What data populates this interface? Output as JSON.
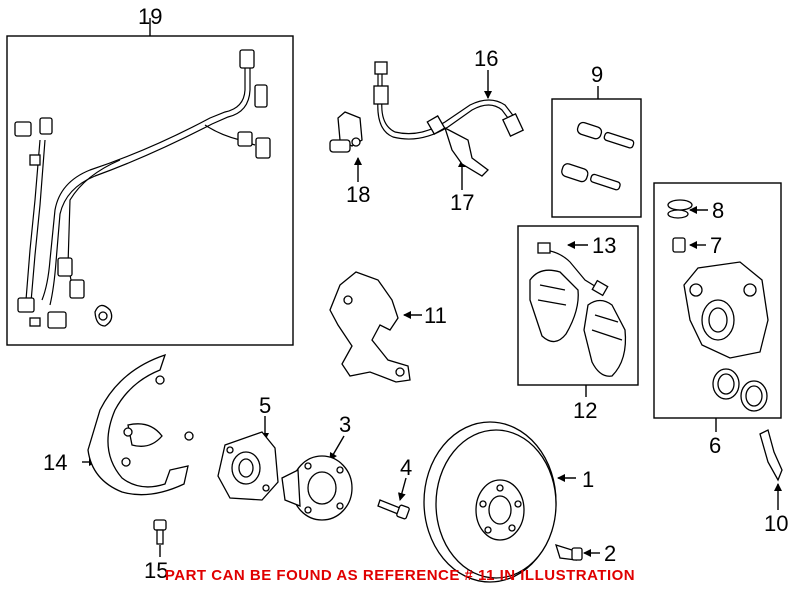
{
  "diagram": {
    "callouts": [
      {
        "id": "1",
        "label": "1"
      },
      {
        "id": "2",
        "label": "2"
      },
      {
        "id": "3",
        "label": "3"
      },
      {
        "id": "4",
        "label": "4"
      },
      {
        "id": "5",
        "label": "5"
      },
      {
        "id": "6",
        "label": "6"
      },
      {
        "id": "7",
        "label": "7"
      },
      {
        "id": "8",
        "label": "8"
      },
      {
        "id": "9",
        "label": "9"
      },
      {
        "id": "10",
        "label": "10"
      },
      {
        "id": "11",
        "label": "11"
      },
      {
        "id": "12",
        "label": "12"
      },
      {
        "id": "13",
        "label": "13"
      },
      {
        "id": "14",
        "label": "14"
      },
      {
        "id": "15",
        "label": "15"
      },
      {
        "id": "16",
        "label": "16"
      },
      {
        "id": "17",
        "label": "17"
      },
      {
        "id": "18",
        "label": "18"
      },
      {
        "id": "19",
        "label": "19"
      }
    ],
    "footer_note": "PART CAN BE FOUND AS REFERENCE # 11 IN ILLUSTRATION",
    "colors": {
      "line": "#000000",
      "background": "#ffffff",
      "note": "#e00000"
    }
  }
}
